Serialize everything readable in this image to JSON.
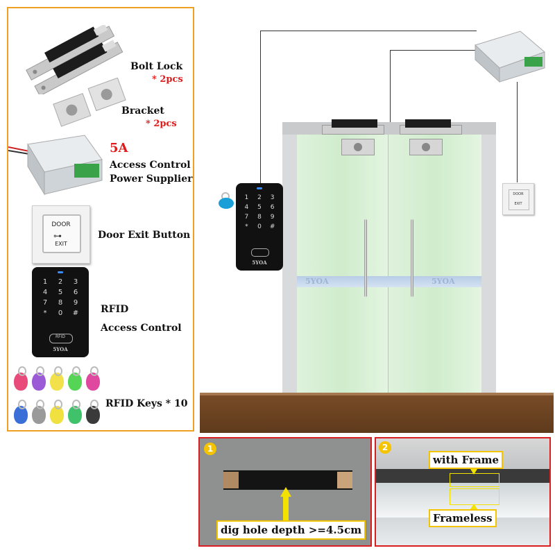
{
  "items": {
    "bolt_lock": {
      "name": "Bolt Lock",
      "qty": "* 2pcs"
    },
    "bracket": {
      "name": "Bracket",
      "qty": "* 2pcs"
    },
    "power_supply": {
      "amps": "5A",
      "line1": "Access Control",
      "line2": "Power Supplier"
    },
    "exit_button": {
      "name": "Door Exit Button",
      "text_top": "DOOR",
      "text_bottom": "EXIT"
    },
    "rfid": {
      "line1": "RFID",
      "line2": "Access Control",
      "keys": [
        "1",
        "2",
        "3",
        "4",
        "5",
        "6",
        "7",
        "8",
        "9",
        "*",
        "0",
        "#"
      ],
      "badge": "RFID",
      "brand": "5YOA"
    },
    "rfid_keys": {
      "name": "RFID Keys * 10",
      "colors": [
        "#e84a7a",
        "#9b5bd6",
        "#f2e14a",
        "#55d455",
        "#e0479e",
        "#3a6fd8",
        "#9a9a9a",
        "#f0e040",
        "#3fc26a",
        "#3a3a3a"
      ]
    }
  },
  "diagram": {
    "glass_watermark": "5YOA",
    "keypad_brand": "5YOA",
    "exit_small_top": "DOOR",
    "exit_small_bottom": "EXIT"
  },
  "bottom": {
    "panel1": {
      "number": "1",
      "caption": "dig hole depth >=4.5cm"
    },
    "panel2": {
      "number": "2",
      "with_frame": "with Frame",
      "frameless": "Frameless"
    }
  },
  "colors": {
    "accent_orange": "#f0a020",
    "accent_red": "#d81e1e",
    "label_red": "#e01b1b",
    "floor_brown": "#6e4523",
    "caption_yellow": "#f3c400"
  }
}
